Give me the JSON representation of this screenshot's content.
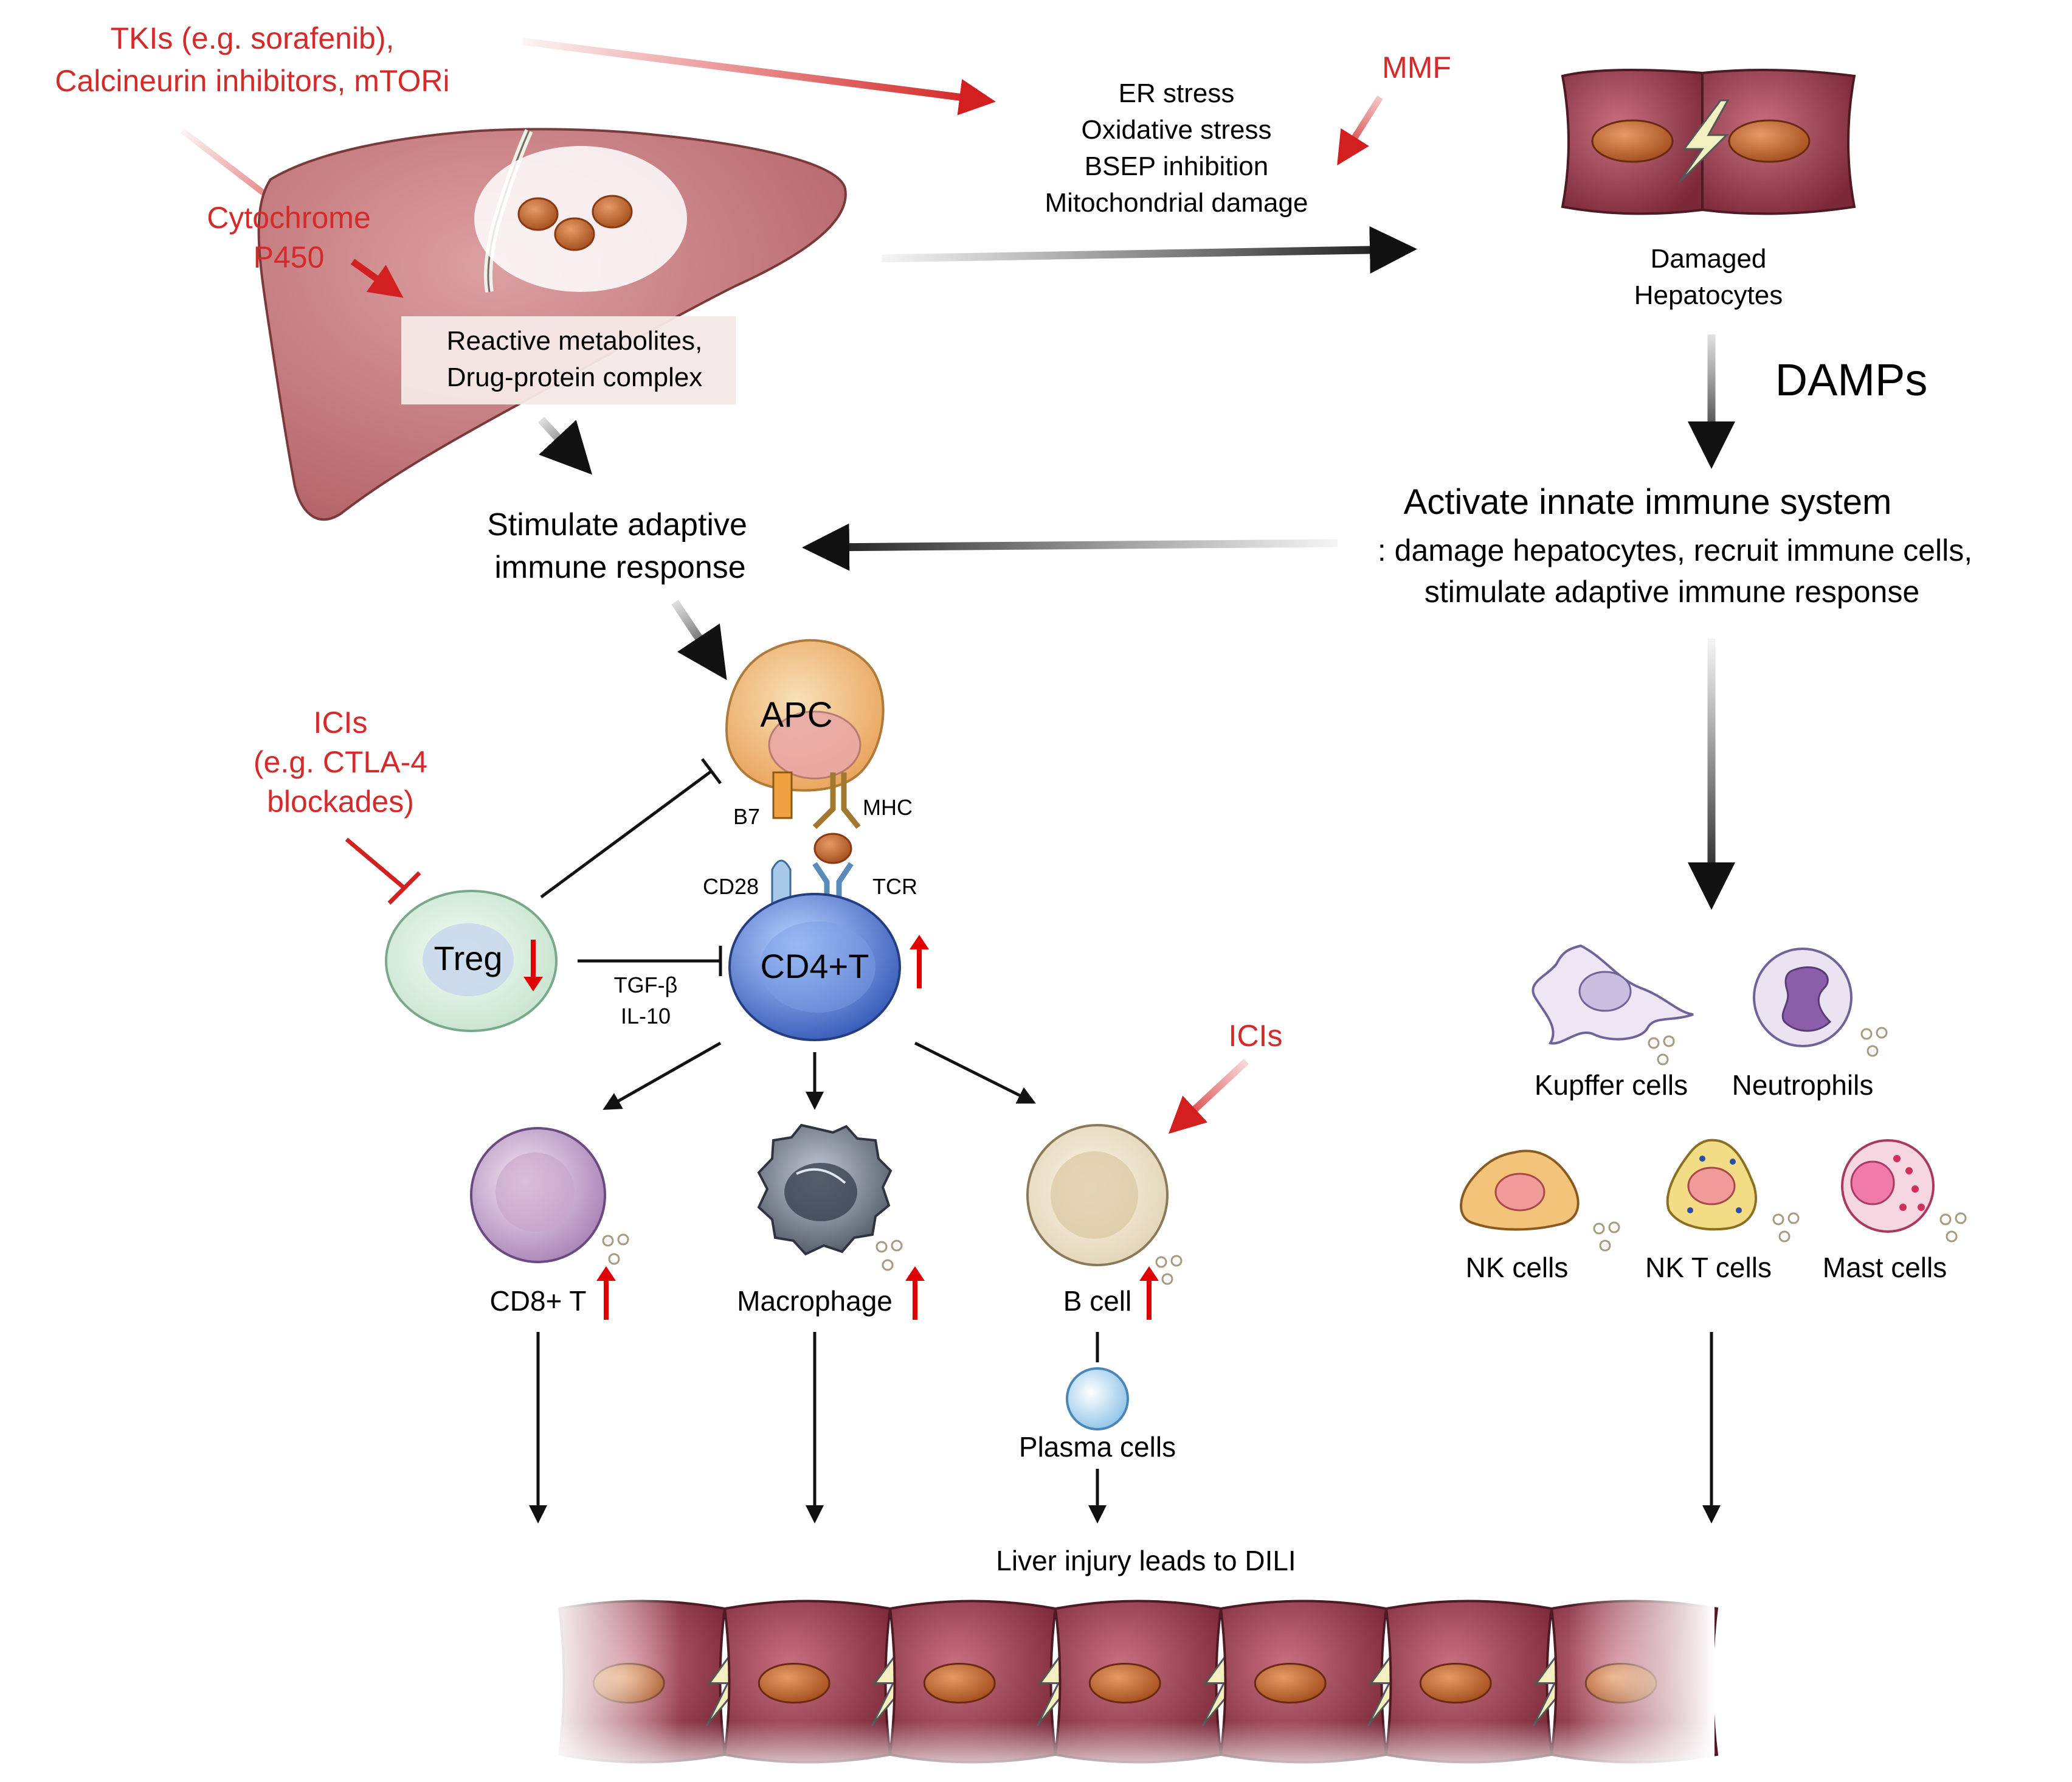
{
  "colors": {
    "red_text": "#d42a2a",
    "red_arrow": "#d22020",
    "up_down_arrow": "#e00000",
    "liver": "#c4767a",
    "hepatocyte": "#9a3e4e",
    "nucleus": "#c0682e",
    "apc": "#f1c389",
    "cd4_t": "#4a76d6",
    "treg": "#d6ecdc",
    "lightning": "#f3f0c0"
  },
  "top": {
    "drugs_line1": "TKIs (e.g. sorafenib),",
    "drugs_line2": "Calcineurin inhibitors, mTORi",
    "cyp_line1": "Cytochrome",
    "cyp_line2": "P450",
    "reactive_line1": "Reactive metabolites,",
    "reactive_line2": "Drug-protein complex",
    "mmf": "MMF",
    "stress": [
      "ER stress",
      "Oxidative stress",
      "BSEP inhibition",
      "Mitochondrial damage"
    ],
    "damaged_line1": "Damaged",
    "damaged_line2": "Hepatocytes",
    "damps": "DAMPs"
  },
  "innate": {
    "title": "Activate innate immune system",
    "line2": ": damage hepatocytes, recruit immune cells,",
    "line3": "stimulate adaptive immune response",
    "cells": [
      "Kupffer cells",
      "Neutrophils",
      "NK cells",
      "NK T cells",
      "Mast cells"
    ]
  },
  "adaptive": {
    "title_line1": "Stimulate adaptive",
    "title_line2": "immune response",
    "icis_line1": "ICIs",
    "icis_line2": "(e.g. CTLA-4",
    "icis_line3": "blockades)",
    "apc": "APC",
    "b7": "B7",
    "mhc": "MHC",
    "cd28": "CD28",
    "tcr": "TCR",
    "treg": "Treg",
    "cd4": "CD4+T",
    "tgf": "TGF-β",
    "il10": "IL-10",
    "icis_b": "ICIs",
    "cd8": "CD8+ T",
    "macrophage": "Macrophage",
    "bcell": "B cell",
    "plasma": "Plasma cells"
  },
  "bottom": {
    "label": "Liver injury leads to DILI"
  }
}
